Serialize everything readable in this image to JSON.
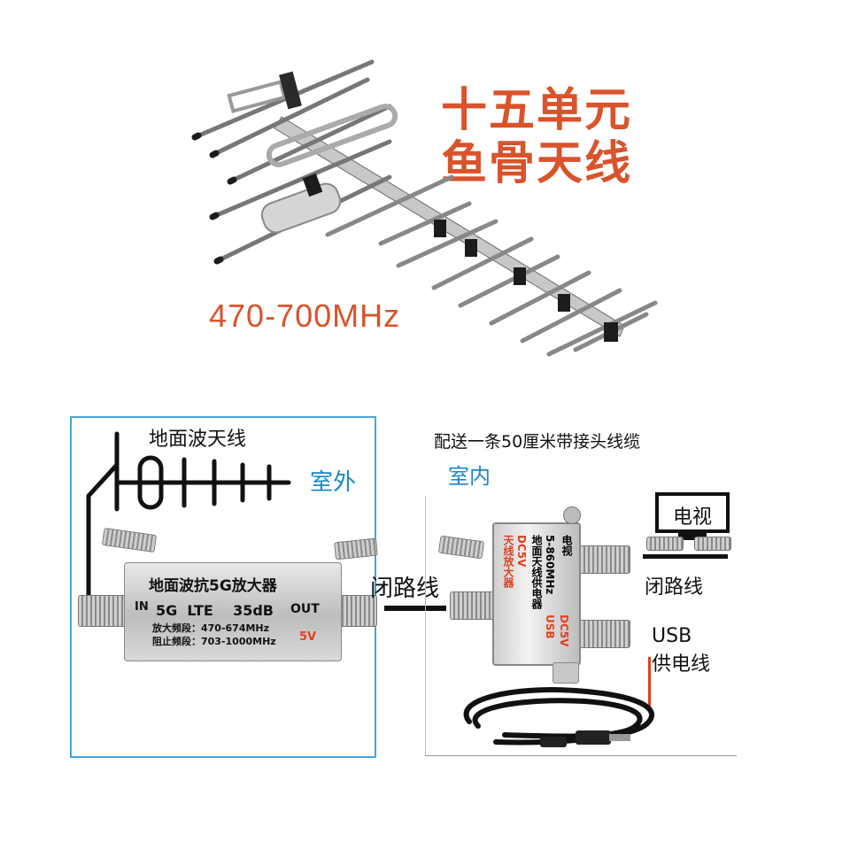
{
  "colors": {
    "title": "#d9532b",
    "accent_blue": "#1a88c9",
    "amp_red": "#e04020"
  },
  "headline": {
    "line1": "十五单元",
    "line2": "鱼骨天线"
  },
  "frequency": "470-700MHz",
  "left_panel": {
    "antenna_label": "地面波天线",
    "outdoor": "室外",
    "amplifier": {
      "name": "地面波抗5G放大器",
      "in_label": "IN",
      "spec_line": "5G  LTE    35dB",
      "out_label": "OUT",
      "band1": "放大频段：470-674MHz",
      "band2": "阻止频段：703-1000MHz",
      "voltage": "5V"
    }
  },
  "loop_cable_label": "闭路线",
  "right_panel": {
    "cable_note": "配送一条50厘米带接头线缆",
    "indoor": "室内",
    "tv_label": "电视",
    "tv_loop_cable": "闭路线",
    "usb_line1": "USB",
    "usb_line2": "供电线",
    "splitter": {
      "col1": "天线放大器",
      "col2": "DC5V",
      "col3": "地面天线供电器",
      "col4": "5-860MHz",
      "col5": "电视",
      "usb": "USB",
      "usb_voltage": "DC5V"
    }
  },
  "icons": [
    "yagi-antenna-icon",
    "antenna-diagram-icon",
    "amplifier-icon",
    "power-splitter-icon",
    "tv-icon",
    "usb-cable-icon",
    "coax-connector-icon"
  ]
}
